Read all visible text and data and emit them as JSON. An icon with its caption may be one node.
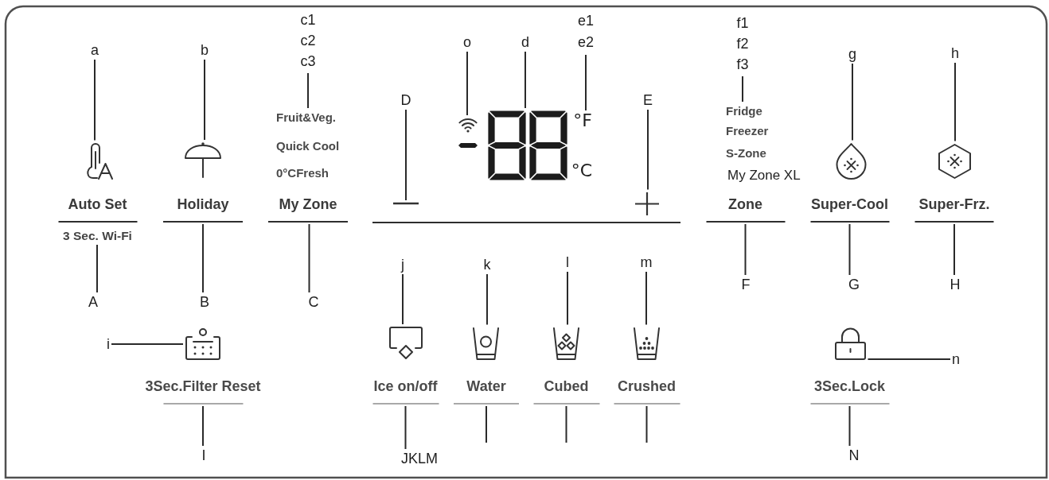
{
  "diagram": {
    "nodes": [
      {
        "text": [
          "a"
        ]
      },
      {
        "text": [
          "b"
        ]
      },
      {
        "text": [
          "c1",
          "c2",
          "c3"
        ]
      },
      {
        "text": [
          "o"
        ]
      },
      {
        "text": [
          "d"
        ]
      },
      {
        "text": [
          "e1",
          "e2"
        ]
      },
      {
        "text": [
          "f1",
          "f2",
          "f3"
        ]
      },
      {
        "text": [
          "g"
        ]
      },
      {
        "text": [
          "h"
        ]
      },
      {
        "text": [
          "D"
        ]
      },
      {
        "text": [
          "E"
        ]
      },
      {
        "text": [
          "Fruit&Veg.",
          "Quick Cool",
          "0°CFresh"
        ]
      },
      {
        "text": [
          "Fridge",
          "Freezer",
          "S-Zone",
          "My Zone XL"
        ]
      },
      {
        "text": [],
        "shape": "picture"
      },
      {
        "text": [],
        "shape": "picture"
      },
      {
        "text": [],
        "shape": "picture"
      },
      {
        "text": [],
        "shape": "picture",
        "in": 15
      },
      {
        "text": [
          "°F"
        ]
      },
      {
        "text": [],
        "shape": "picture"
      },
      {
        "text": [],
        "shape": "picture"
      },
      {
        "text": [
          "Auto Set",
          "3 Sec. Wi-Fi"
        ]
      },
      {
        "text": [
          "Holiday"
        ]
      },
      {
        "text": [
          "My Zone"
        ]
      },
      {
        "text": [],
        "shape": "picture"
      },
      {
        "text": [],
        "shape": "picture"
      },
      {
        "text": [
          "Zone"
        ]
      },
      {
        "text": [
          "Super-Cool"
        ]
      },
      {
        "text": [
          "Super-Frz."
        ]
      },
      {
        "text": [
          "A"
        ]
      },
      {
        "text": [
          "B"
        ]
      },
      {
        "text": [
          "C"
        ]
      },
      {
        "text": [
          "F"
        ]
      },
      {
        "text": [
          "G"
        ]
      },
      {
        "text": [
          "H"
        ]
      },
      {
        "text": [
          "j"
        ]
      },
      {
        "text": [
          "k"
        ]
      },
      {
        "text": [
          "l"
        ]
      },
      {
        "text": [
          "m"
        ]
      },
      {
        "text": [
          "i"
        ]
      },
      {
        "text": [],
        "shape": "picture"
      },
      {
        "text": [],
        "shape": "picture"
      },
      {
        "text": [],
        "shape": "picture"
      },
      {
        "text": [],
        "shape": "picture"
      },
      {
        "text": [],
        "shape": "picture"
      },
      {
        "text": [],
        "shape": "picture"
      },
      {
        "text": [
          "n"
        ]
      },
      {
        "text": [
          "3Sec.Filter Reset"
        ]
      },
      {
        "text": [
          "Ice on/off"
        ]
      },
      {
        "text": [
          "Water"
        ]
      },
      {
        "text": [
          "Cubed"
        ]
      },
      {
        "text": [
          "Crushed"
        ]
      },
      {
        "text": [
          "3Sec.Lock"
        ]
      },
      {
        "text": [
          "I"
        ]
      },
      {
        "text": [
          "JKLM"
        ]
      },
      {
        "text": [
          "N"
        ]
      }
    ],
    "edges": [
      {
        "from": 0,
        "to": 13,
        "arrow": "none"
      },
      {
        "from": 1,
        "to": 14,
        "arrow": "none"
      },
      {
        "from": 2,
        "to": 11,
        "arrow": "none"
      },
      {
        "from": 3,
        "to": 16,
        "arrow": "none"
      },
      {
        "from": 4,
        "to": 15,
        "arrow": "none"
      },
      {
        "from": 5,
        "to": 17,
        "arrow": "none"
      },
      {
        "from": 6,
        "to": 12,
        "arrow": "none"
      },
      {
        "from": 7,
        "to": 18,
        "arrow": "none"
      },
      {
        "from": 8,
        "to": 19,
        "arrow": "none"
      },
      {
        "from": 9,
        "to": 23,
        "arrow": "none"
      },
      {
        "from": 10,
        "to": 24,
        "arrow": "none"
      },
      {
        "from": 28,
        "to": 20,
        "arrow": "none"
      },
      {
        "from": 29,
        "to": 21,
        "arrow": "none"
      },
      {
        "from": 30,
        "to": 22,
        "arrow": "none"
      },
      {
        "from": 31,
        "to": 25,
        "arrow": "none"
      },
      {
        "from": 32,
        "to": 26,
        "arrow": "none"
      },
      {
        "from": 33,
        "to": 27,
        "arrow": "none"
      },
      {
        "from": 34,
        "to": 40,
        "arrow": "none"
      },
      {
        "from": 35,
        "to": 41,
        "arrow": "none"
      },
      {
        "from": 36,
        "to": 42,
        "arrow": "none"
      },
      {
        "from": 37,
        "to": 43,
        "arrow": "none"
      },
      {
        "from": 38,
        "to": 39,
        "arrow": "none"
      },
      {
        "from": 45,
        "to": 44,
        "arrow": "none"
      },
      {
        "from": 52,
        "to": 46,
        "arrow": "none"
      },
      {
        "from": 53,
        "to": 47,
        "arrow": "none"
      },
      {
        "from": null,
        "to": 48,
        "arrow": "none"
      },
      {
        "from": null,
        "to": 49,
        "arrow": "none"
      },
      {
        "from": null,
        "to": 50,
        "arrow": "none"
      },
      {
        "from": 54,
        "to": 51,
        "arrow": "none"
      }
    ],
    "labels": [
      "°C"
    ]
  }
}
